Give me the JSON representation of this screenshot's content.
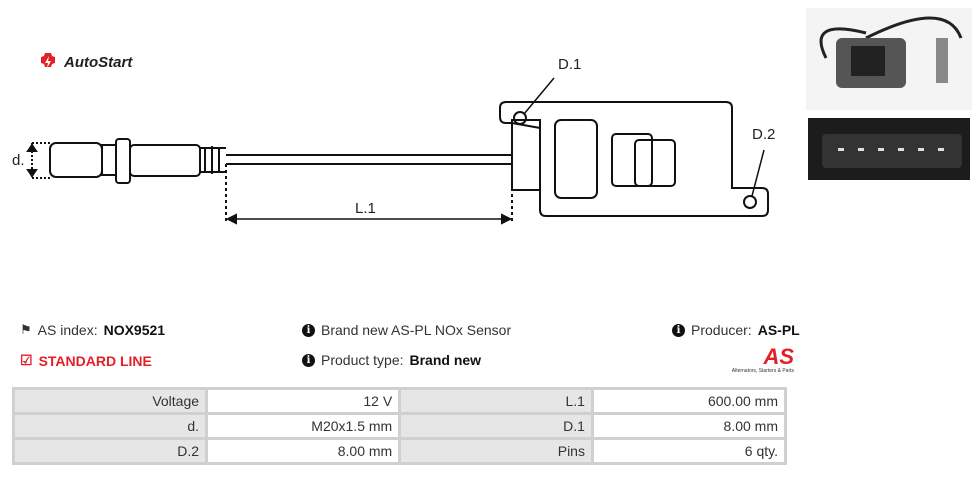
{
  "logo": {
    "text": "AutoStart"
  },
  "diagram": {
    "labels": {
      "d": "d.",
      "l1": "L.1",
      "d1": "D.1",
      "d2": "D.2"
    }
  },
  "info": {
    "as_index_label": "AS index:",
    "as_index_value": "NOX9521",
    "line": "STANDARD LINE",
    "description": "Brand new AS-PL NOx Sensor",
    "product_type_label": "Product type:",
    "product_type_value": "Brand new",
    "producer_label": "Producer:",
    "producer_value": "AS-PL",
    "producer_logo_text": "AS",
    "producer_tagline": "Alternators, Starters & Parts"
  },
  "specs": [
    {
      "l1": "Voltage",
      "v1": "12 V",
      "l2": "L.1",
      "v2": "600.00 mm"
    },
    {
      "l1": "d.",
      "v1": "M20x1.5 mm",
      "l2": "D.1",
      "v2": "8.00 mm"
    },
    {
      "l1": "D.2",
      "v1": "8.00 mm",
      "l2": "Pins",
      "v2": "6 qty."
    }
  ],
  "colors": {
    "accent": "#e41f26"
  }
}
